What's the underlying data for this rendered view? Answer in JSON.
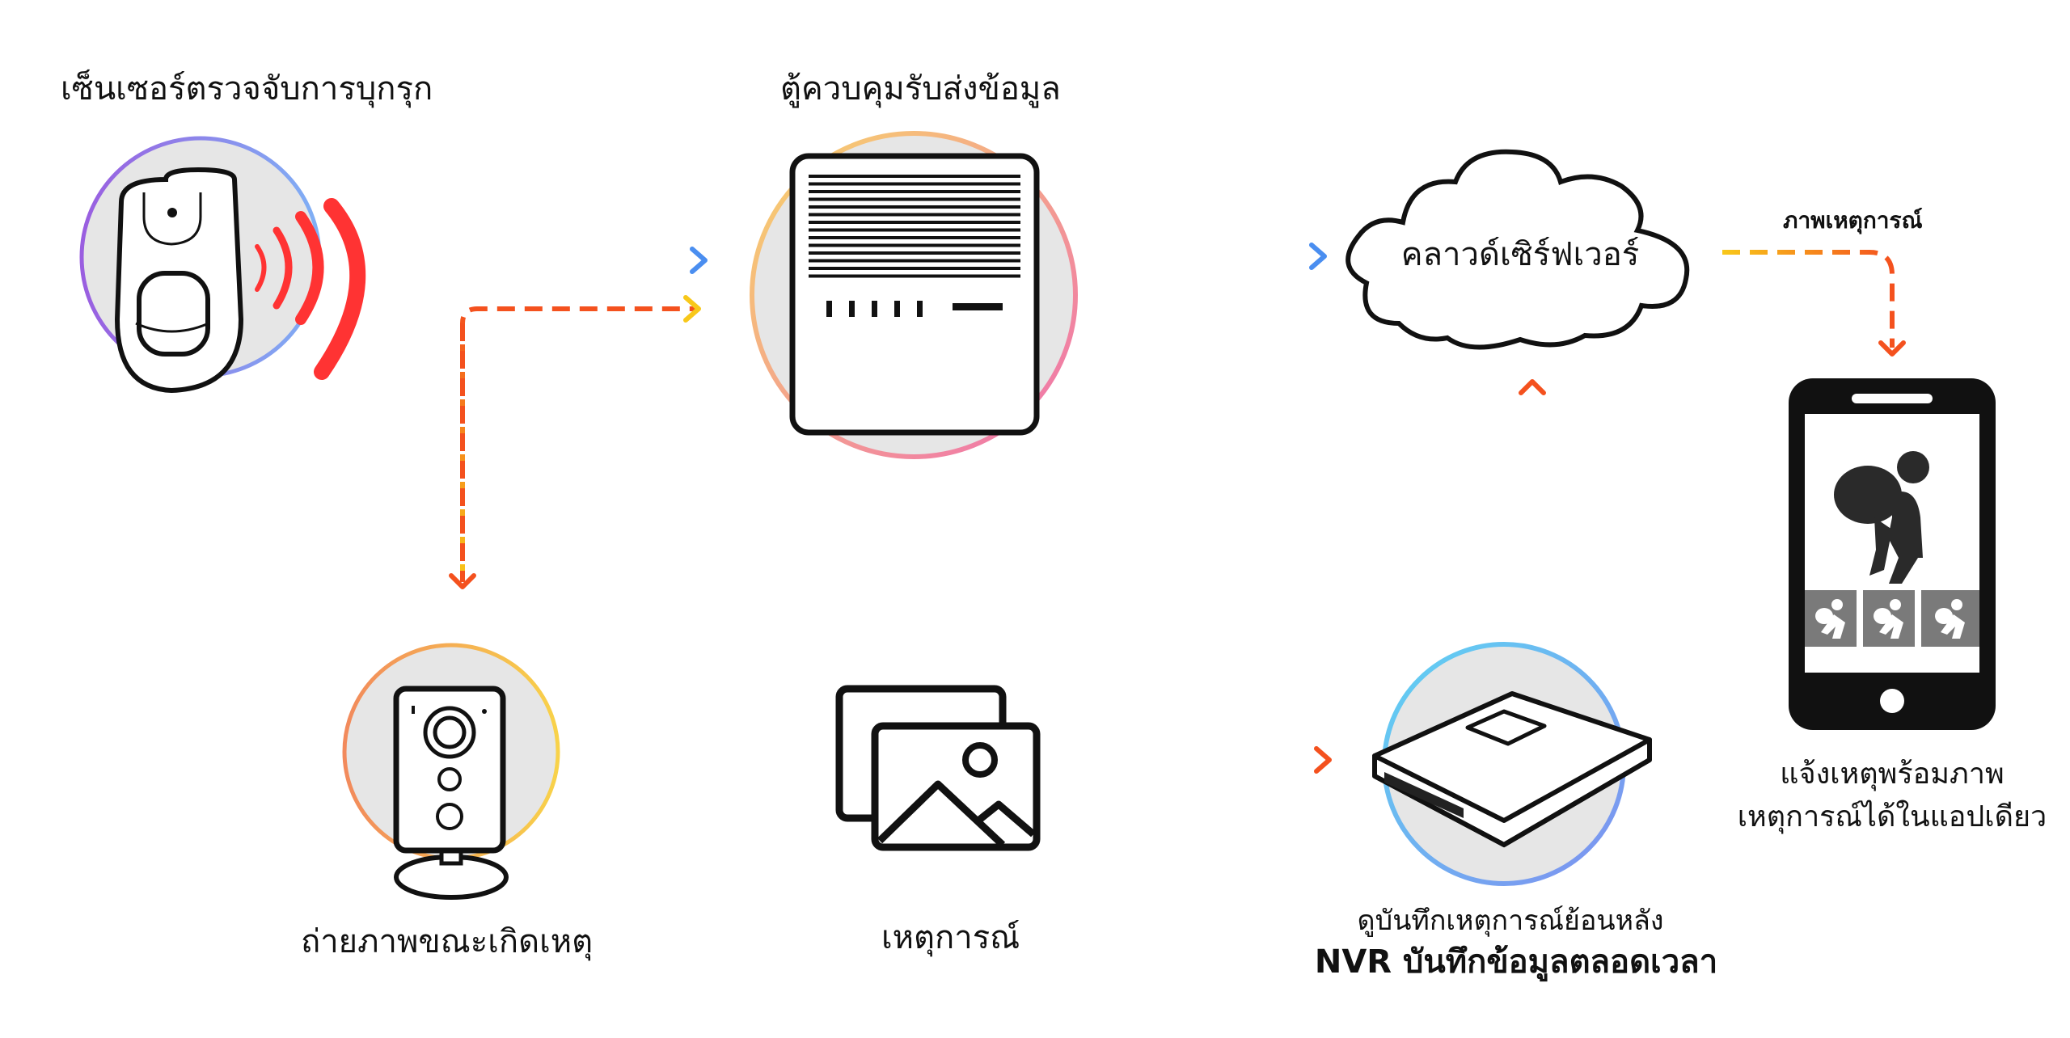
{
  "nodes": {
    "sensor": {
      "label": "เซ็นเซอร์ตรวจจับการบุกรุก"
    },
    "control_box": {
      "label": "ตู้ควบคุมรับส่งข้อมูล"
    },
    "cloud": {
      "label": "คลาวด์เซิร์ฟเวอร์"
    },
    "camera": {
      "label": "ถ่ายภาพขณะเกิดเหตุ"
    },
    "event": {
      "label": "เหตุการณ์"
    },
    "nvr": {
      "label_line1": "ดูบันทึกเหตุการณ์ย้อนหลัง",
      "label_line2": "NVR บันทึกข้อมูลตลอดเวลา"
    },
    "phone": {
      "label_line1": "แจ้งเหตุพร้อมภาพ",
      "label_line2": "เหตุการณ์ได้ในแอปเดียว"
    }
  },
  "edges": {
    "cloud_to_phone": {
      "label": "ภาพเหตุการณ์"
    }
  },
  "colors": {
    "purple": "#6a1fc4",
    "blue": "#4a8ef0",
    "orange": "#f4511e",
    "yellow": "#f8c81a",
    "alarm_red": "#ff3333",
    "circle_fill": "#e6e6e6"
  }
}
